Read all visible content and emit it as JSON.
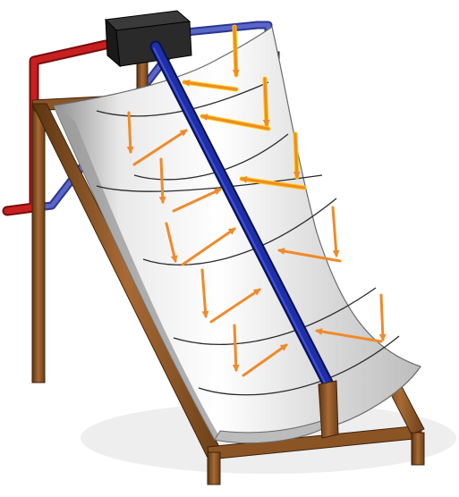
{
  "colors": {
    "background": "#ffffff",
    "floor_shadow": "#e6e6e6",
    "wood_frame": "#7a4a1e",
    "wood_frame_dark": "#5b3512",
    "wood_frame_light": "#a86a35",
    "reflector_light": "#f2f2f2",
    "reflector_mid": "#cfcfcf",
    "reflector_dark": "#9a9a9a",
    "seam_line": "#2a2a2a",
    "absorber_tube": "#1f2fa8",
    "absorber_tube_dark": "#0c1566",
    "pipe_hot": "#c01818",
    "pipe_cold": "#4a55b5",
    "junction_box": "#222222",
    "ray_arrow": "#f08a2a",
    "ray_highlight": "#ffcc00"
  },
  "components": {
    "reflector": "parabolic-trough-reflector",
    "absorber": "receiver-tube",
    "frame": "wooden-support-frame",
    "box": "header-junction-box",
    "pipe_in": "cold-water-pipe",
    "pipe_out": "hot-water-pipe",
    "rays": "sun-ray-arrows"
  }
}
